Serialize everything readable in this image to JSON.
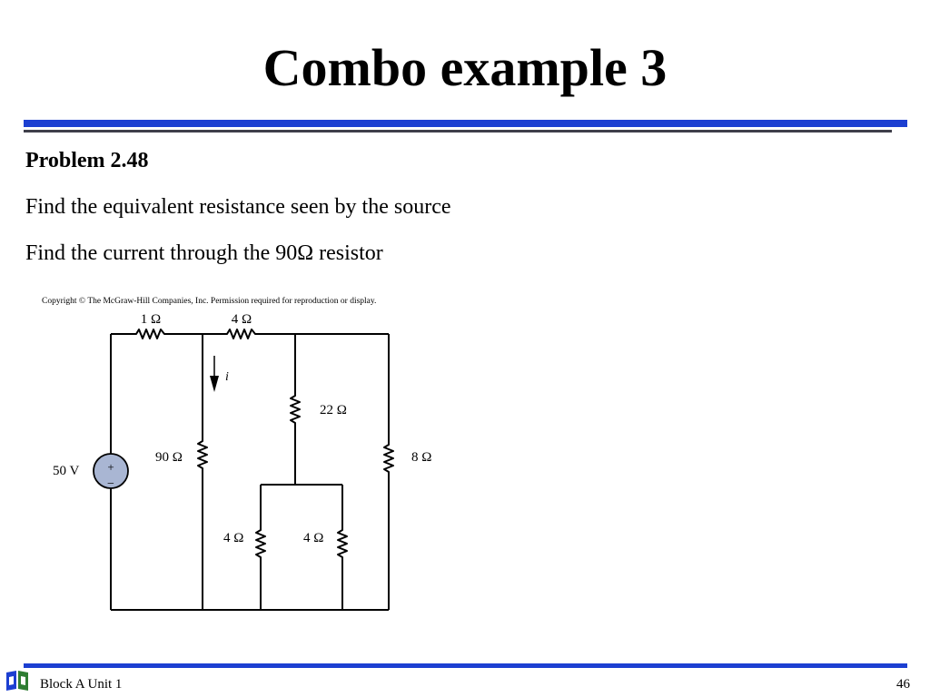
{
  "slide": {
    "title": "Combo example 3",
    "lines": [
      "Problem 2.48",
      "Find the equivalent resistance seen by the source",
      "Find the current through the 90Ω resistor"
    ]
  },
  "figure": {
    "copyright": "Copyright © The McGraw-Hill Companies, Inc. Permission required for reproduction or display.",
    "labels": {
      "r1": "1 Ω",
      "r2": "4 Ω",
      "r22": "22 Ω",
      "r90": "90 Ω",
      "r8": "8 Ω",
      "r4a": "4 Ω",
      "r4b": "4 Ω",
      "source": "50 V",
      "plus": "+",
      "minus": "−",
      "current": "i"
    },
    "colors": {
      "source_fill": "#a9b6d3",
      "wire": "#000000"
    }
  },
  "footer": {
    "left": "Block A Unit 1",
    "page": "46",
    "logo_icon": "university-logo-icon"
  },
  "theme": {
    "accent": "#1c3fd1",
    "thin_rule": "#3f3f4a"
  }
}
